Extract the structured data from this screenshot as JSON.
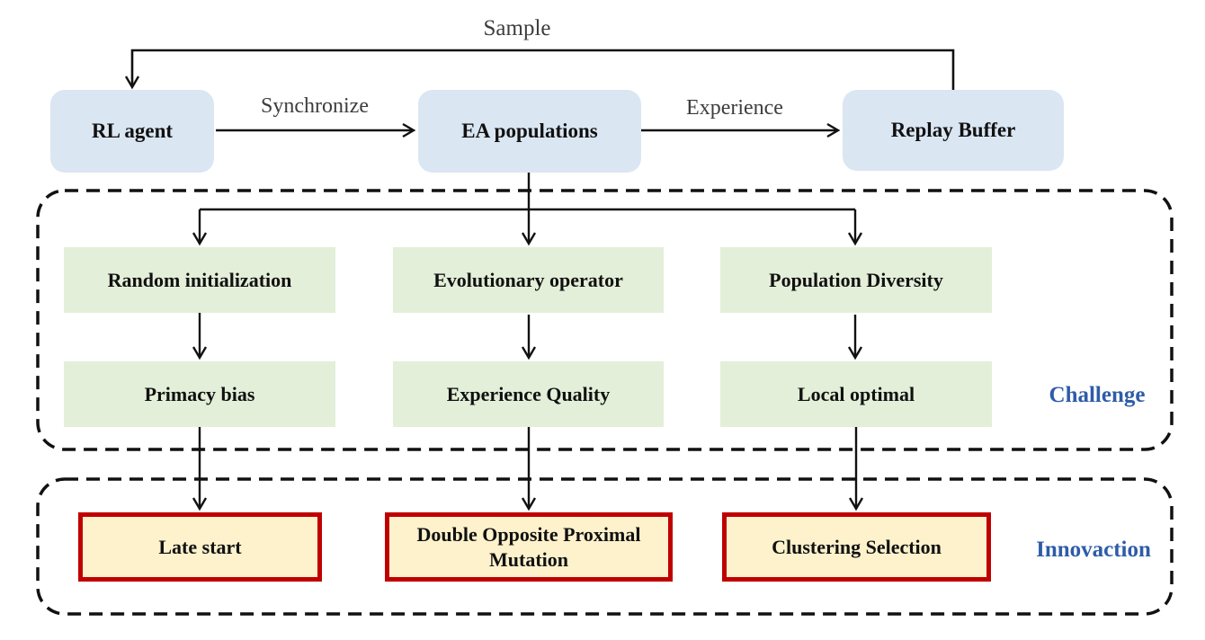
{
  "colors": {
    "node_blue_fill": "#dbe6f3",
    "node_green_fill": "#e3efd9",
    "node_yellow_fill": "#fdf2cc",
    "node_red_border": "#c00000",
    "section_label_blue": "#2e5ca8",
    "line_black": "#111111"
  },
  "flow": {
    "rl_agent": "RL agent",
    "ea_populations": "EA populations",
    "replay_buffer": "Replay Buffer",
    "sample_label": "Sample",
    "synchronize_label": "Synchronize",
    "experience_label": "Experience"
  },
  "challenge": {
    "section_label": "Challenge",
    "row1": [
      "Random initialization",
      "Evolutionary operator",
      "Population Diversity"
    ],
    "row2": [
      "Primacy bias",
      "Experience Quality",
      "Local optimal"
    ]
  },
  "innovation": {
    "section_label": "Innovaction",
    "items": [
      "Late start",
      "Double Opposite Proximal Mutation",
      "Clustering Selection"
    ]
  }
}
